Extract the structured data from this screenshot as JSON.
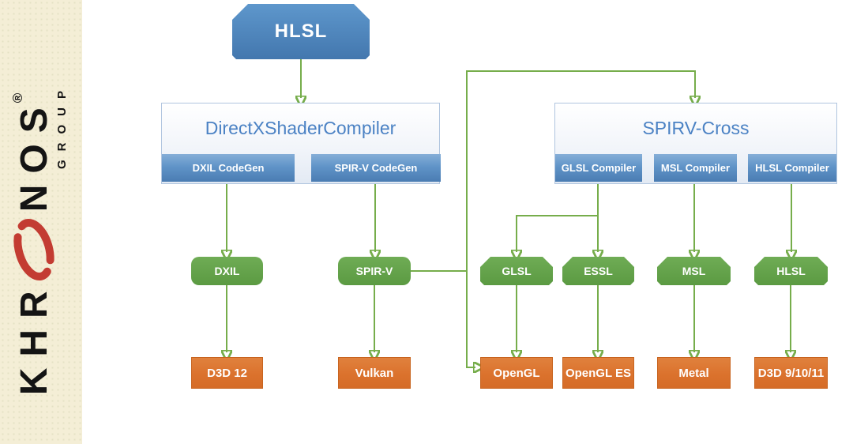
{
  "brand": {
    "wordmark_pre": "KHR",
    "wordmark_red": "O",
    "wordmark_post": "NOS",
    "registered": "®",
    "group": "GROUP"
  },
  "diagram": {
    "source": {
      "label": "HLSL"
    },
    "panels": [
      {
        "title": "DirectXShaderCompiler",
        "modules": [
          {
            "label": "DXIL CodeGen"
          },
          {
            "label": "SPIR-V CodeGen"
          }
        ]
      },
      {
        "title": "SPIRV-Cross",
        "modules": [
          {
            "label": "GLSL Compiler"
          },
          {
            "label": "MSL Compiler"
          },
          {
            "label": "HLSL Compiler"
          }
        ]
      }
    ],
    "languages": [
      {
        "label": "DXIL"
      },
      {
        "label": "SPIR-V"
      },
      {
        "label": "GLSL"
      },
      {
        "label": "ESSL"
      },
      {
        "label": "MSL"
      },
      {
        "label": "HLSL"
      }
    ],
    "apis": [
      {
        "label": "D3D 12"
      },
      {
        "label": "Vulkan"
      },
      {
        "label": "OpenGL"
      },
      {
        "label": "OpenGL ES"
      },
      {
        "label": "Metal"
      },
      {
        "label": "D3D 9/10/11"
      }
    ]
  },
  "colors": {
    "sidebar_bg": "#f4eed6",
    "blue_node": "#4e8ac4",
    "panel_border": "#b0c5df",
    "panel_title": "#4b82c4",
    "green_node": "#61a149",
    "green_connector": "#76ad4b",
    "orange_node": "#dd7530",
    "orange_border": "#c8641f",
    "logo_red": "#c33c32",
    "logo_black": "#141414"
  }
}
